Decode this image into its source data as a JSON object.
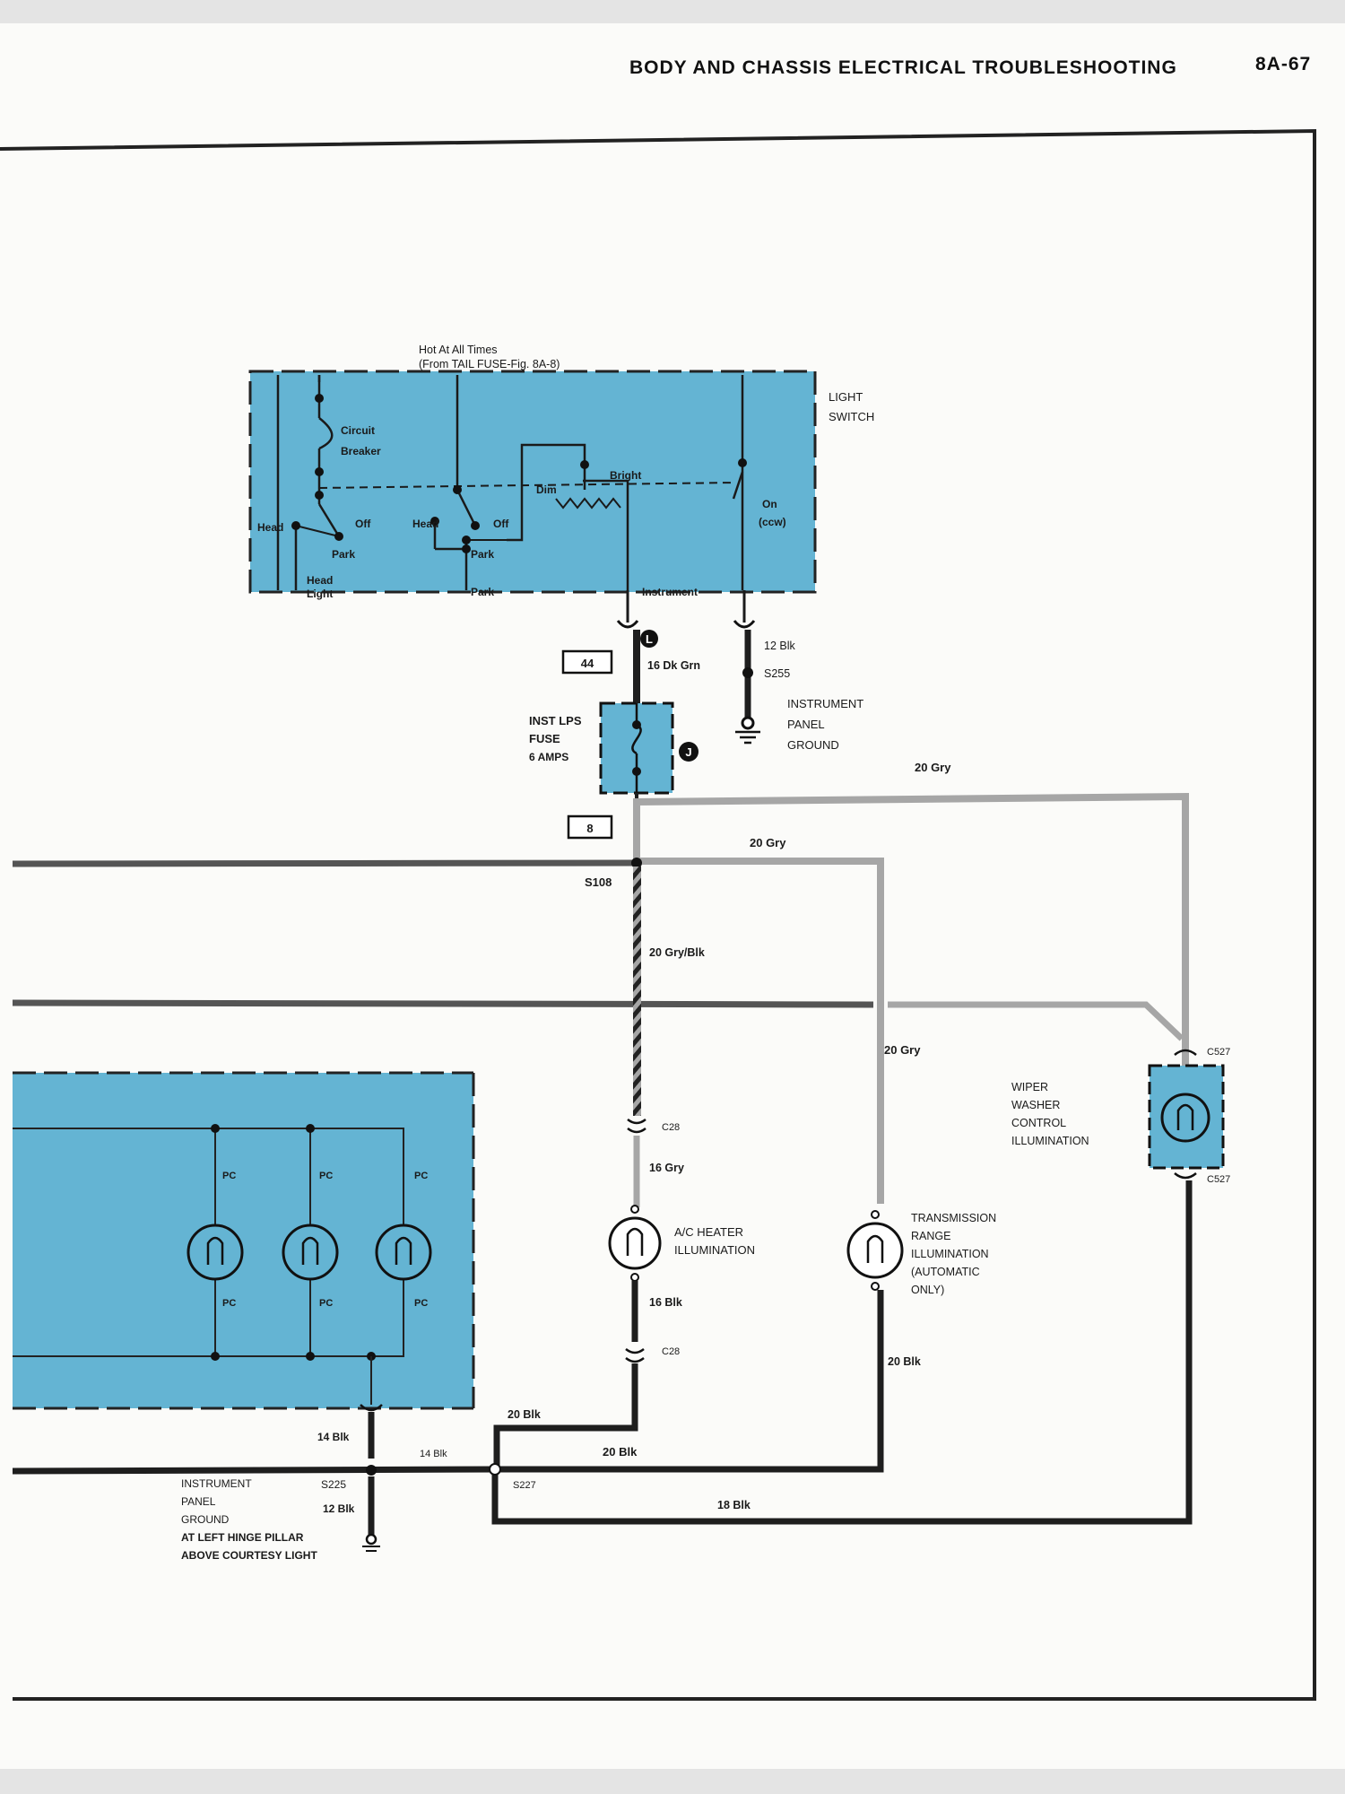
{
  "header": {
    "title": "BODY AND CHASSIS ELECTRICAL TROUBLESHOOTING",
    "page_number": "8A-67"
  },
  "colors": {
    "component_fill": "#64b4d3",
    "wire_black": "#1e1e1e",
    "wire_gray": "#a6a6a6",
    "wire_gray_black": "#555555"
  },
  "light_switch": {
    "source_line1": "Hot At All Times",
    "source_line2": "(From TAIL FUSE-Fig. 8A-8)",
    "label_line1": "LIGHT",
    "label_line2": "SWITCH",
    "circuit_breaker_line1": "Circuit",
    "circuit_breaker_line2": "Breaker",
    "head_1": "Head",
    "off_1": "Off",
    "park_1": "Park",
    "head_light_line1": "Head",
    "head_light_line2": "Light",
    "head_2": "Head",
    "off_2": "Off",
    "park_2": "Park",
    "park_3": "Park",
    "dim": "Dim",
    "bright": "Bright",
    "instrument": "Instrument",
    "on_line1": "On",
    "on_line2": "(ccw)",
    "connector": "L"
  },
  "circuits": {
    "box_44": "44",
    "box_8": "8",
    "wire_16_dk_grn": "16 Dk Grn",
    "wire_12_blk": "12 Blk",
    "splice_s255": "S255",
    "ip_ground_line1": "INSTRUMENT",
    "ip_ground_line2": "PANEL",
    "ip_ground_line3": "GROUND",
    "fuse_line1": "INST LPS",
    "fuse_line2": "FUSE",
    "fuse_line3": "6 AMPS",
    "fuse_block": "J",
    "wire_20_gry_top": "20 Gry",
    "wire_20_gry_mid": "20 Gry",
    "splice_s108": "S108",
    "wire_20_gry_blk": "20 Gry/Blk",
    "wire_20_gry_side": "20 Gry",
    "c28_top": "C28",
    "wire_16_gry": "16 Gry",
    "ac_heater_line1": "A/C HEATER",
    "ac_heater_line2": "ILLUMINATION",
    "wire_16_blk": "16 Blk",
    "c28_bottom": "C28",
    "trans_line1": "TRANSMISSION",
    "trans_line2": "RANGE",
    "trans_line3": "ILLUMINATION",
    "trans_line4": "(AUTOMATIC",
    "trans_line5": "ONLY)",
    "wire_20_blk_trans": "20 Blk",
    "wiper_line1": "WIPER",
    "wiper_line2": "WASHER",
    "wiper_line3": "CONTROL",
    "wiper_line4": "ILLUMINATION",
    "c527_top": "C527",
    "c527_bottom": "C527",
    "wire_20_blk_a": "20 Blk",
    "wire_20_blk_b": "20 Blk",
    "wire_14_blk_vert": "14 Blk",
    "wire_14_blk_horiz": "14 Blk",
    "splice_s227": "S227",
    "splice_s225": "S225",
    "wire_18_blk": "18 Blk",
    "wire_12_blk_b": "12 Blk",
    "ip_ground2_line1": "INSTRUMENT",
    "ip_ground2_line2": "PANEL",
    "ip_ground2_line3": "GROUND",
    "ip_ground2_line4": "AT LEFT HINGE PILLAR",
    "ip_ground2_line5": "ABOVE COURTESY LIGHT"
  },
  "cluster": {
    "pc_labels": [
      "PC",
      "PC",
      "PC",
      "PC",
      "PC",
      "PC"
    ]
  }
}
